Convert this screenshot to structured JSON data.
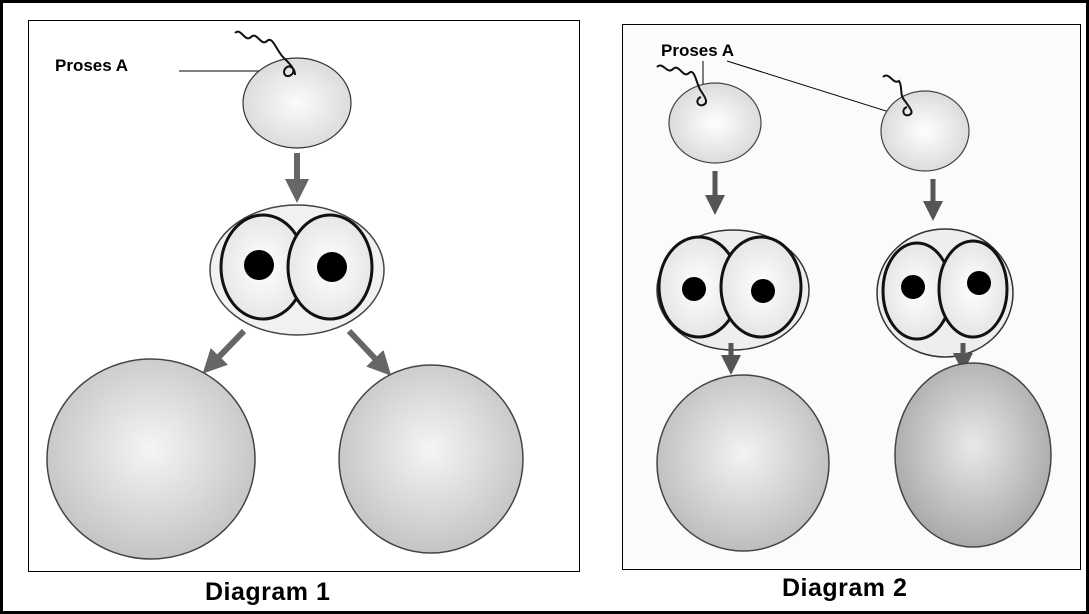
{
  "diagram_1": {
    "process_label": "Proses A",
    "caption": "Diagram 1"
  },
  "diagram_2": {
    "process_label": "Proses A",
    "caption": "Diagram 2"
  },
  "colors": {
    "arrow": "#666666",
    "outline": "#222222",
    "cell_fill": "#dcdcdc",
    "nucleus": "#000000"
  }
}
